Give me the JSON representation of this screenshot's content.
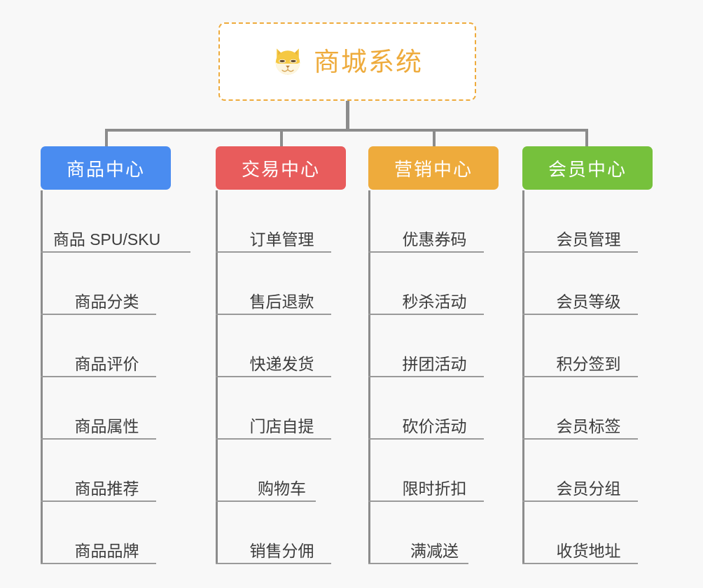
{
  "background_color": "#f8f8f8",
  "root": {
    "icon": "shiba-dog-icon",
    "title": "商城系统",
    "color": "#eeab3c",
    "border_style": "dashed",
    "background": "#ffffff"
  },
  "connector_color": "#8c8c8c",
  "columns": [
    {
      "id": "product-center",
      "title": "商品中心",
      "color": "#4a8cf0",
      "items": [
        {
          "label": "商品 SPU/SKU",
          "rule_width": 214
        },
        {
          "label": "商品分类",
          "rule_width": 165
        },
        {
          "label": "商品评价",
          "rule_width": 165
        },
        {
          "label": "商品属性",
          "rule_width": 165
        },
        {
          "label": "商品推荐",
          "rule_width": 165
        },
        {
          "label": "商品品牌",
          "rule_width": 165
        }
      ]
    },
    {
      "id": "trade-center",
      "title": "交易中心",
      "color": "#e85c5c",
      "items": [
        {
          "label": "订单管理",
          "rule_width": 165
        },
        {
          "label": "售后退款",
          "rule_width": 165
        },
        {
          "label": "快递发货",
          "rule_width": 165
        },
        {
          "label": "门店自提",
          "rule_width": 165
        },
        {
          "label": "购物车",
          "rule_width": 143
        },
        {
          "label": "销售分佣",
          "rule_width": 165
        }
      ]
    },
    {
      "id": "marketing-center",
      "title": "营销中心",
      "color": "#eeab3c",
      "items": [
        {
          "label": "优惠券码",
          "rule_width": 165
        },
        {
          "label": "秒杀活动",
          "rule_width": 165
        },
        {
          "label": "拼团活动",
          "rule_width": 165
        },
        {
          "label": "砍价活动",
          "rule_width": 165
        },
        {
          "label": "限时折扣",
          "rule_width": 165
        },
        {
          "label": "满减送",
          "rule_width": 143
        }
      ]
    },
    {
      "id": "member-center",
      "title": "会员中心",
      "color": "#76c13c",
      "items": [
        {
          "label": "会员管理",
          "rule_width": 165
        },
        {
          "label": "会员等级",
          "rule_width": 165
        },
        {
          "label": "积分签到",
          "rule_width": 165
        },
        {
          "label": "会员标签",
          "rule_width": 165
        },
        {
          "label": "会员分组",
          "rule_width": 165
        },
        {
          "label": "收货地址",
          "rule_width": 165
        }
      ]
    }
  ]
}
